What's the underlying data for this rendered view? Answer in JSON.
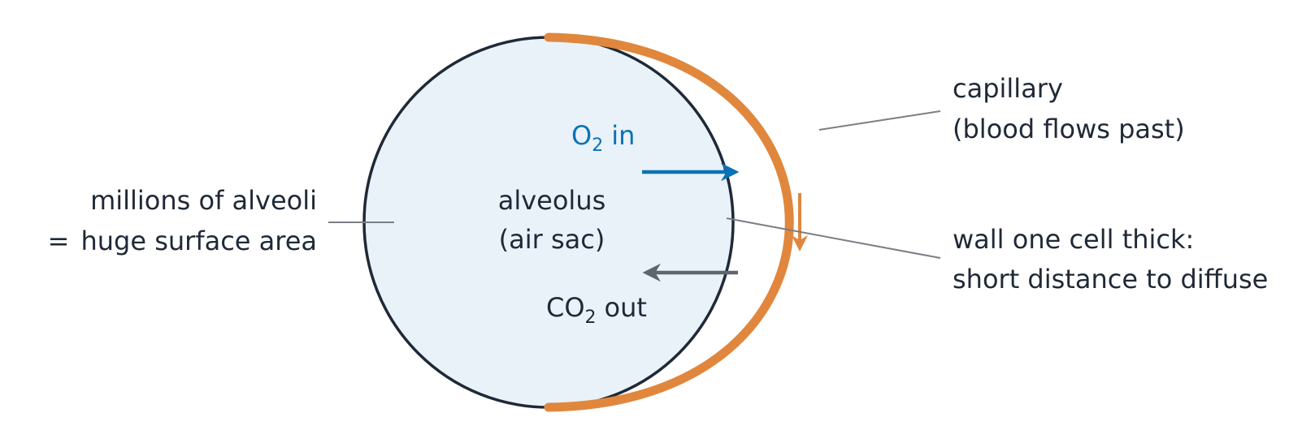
{
  "colors": {
    "outline": "#1f2937",
    "alveolus_fill": "#e9f2f9",
    "capillary": "#e0873d",
    "oxygen": "#0b72b5",
    "carbon_dioxide": "#5f6570",
    "leader_line": "#7a7d85",
    "text": "#1f2937"
  },
  "alveolus": {
    "line1": "alveolus",
    "line2": "(air sac)"
  },
  "oxygen": {
    "formula_base": "O",
    "formula_sub": "2",
    "direction": "in"
  },
  "carbon_dioxide": {
    "formula_base": "CO",
    "formula_sub": "2",
    "direction": "out"
  },
  "labels": {
    "surface": {
      "line1": "millions of alveoli",
      "line2_symbol": "=",
      "line2": "huge surface area"
    },
    "capillary": {
      "line1": "capillary",
      "line2": "(blood flows past)"
    },
    "wall": {
      "line1": "wall one cell thick:",
      "line2": "short distance to diffuse"
    }
  }
}
